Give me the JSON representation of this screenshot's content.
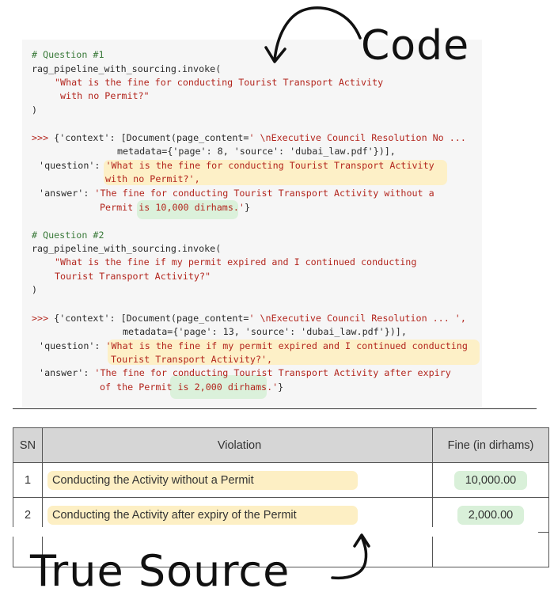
{
  "annotations": {
    "code_label": "Code",
    "source_label": "True Source"
  },
  "code": {
    "q1_comment": "# Question #1",
    "q1_call": "rag_pipeline_with_sourcing.invoke(",
    "q1_str1": "\"What is the fine for conducting Tourist Transport Activity",
    "q1_str2": "with no Permit?\"",
    "close_paren": ")",
    "r1_prompt": ">>> ",
    "r1_ctx_key": "{'context': [Document(page_content=",
    "r1_ctx_val": "' \\nExecutive Council Resolution No ...",
    "r1_meta": "metadata={'page': 8, 'source': 'dubai_law.pdf'})],",
    "r1_q_key": " 'question': ",
    "r1_q_val1": "'What is the fine for conducting Tourist Transport Activity",
    "r1_q_val2": "with no Permit?',",
    "r1_a_key": " 'answer': ",
    "r1_a_val1": "'The fine for conducting Tourist Transport Activity without a",
    "r1_a_val2": "Permit is 10,000 dirhams.'",
    "r1_end": "}",
    "q2_comment": "# Question #2",
    "q2_call": "rag_pipeline_with_sourcing.invoke(",
    "q2_str1": "\"What is the fine if my permit expired and I continued conducting",
    "q2_str2": "Tourist Transport Activity?\"",
    "r2_ctx_key": "{'context': [Document(page_content=",
    "r2_ctx_val": "' \\nExecutive Council Resolution ... ',",
    "r2_meta": "metadata={'page': 13, 'source': 'dubai_law.pdf'})],",
    "r2_q_key": " 'question': ",
    "r2_q_val1": "'What is the fine if my permit expired and I continued conducting",
    "r2_q_val2": "Tourist Transport Activity?',",
    "r2_a_key": " 'answer': ",
    "r2_a_val1": "'The fine for conducting Tourist Transport Activity after expiry",
    "r2_a_val2": "of the Permit is 2,000 dirhams.'",
    "r2_end": "}"
  },
  "table": {
    "headers": [
      "SN",
      "Violation",
      "Fine (in dirhams)"
    ],
    "rows": [
      {
        "sn": "1",
        "violation": "Conducting the Activity without a Permit",
        "fine": "10,000.00"
      },
      {
        "sn": "2",
        "violation": "Conducting the Activity after expiry of the Permit",
        "fine": "2,000.00"
      }
    ]
  },
  "colors": {
    "code_bg": "#f6f6f6",
    "string": "#b3261e",
    "comment": "#3a7a3a",
    "highlight_yellow": "#fdefc4",
    "highlight_green": "#d9f0d9",
    "header_bg": "#d6d6d6"
  }
}
